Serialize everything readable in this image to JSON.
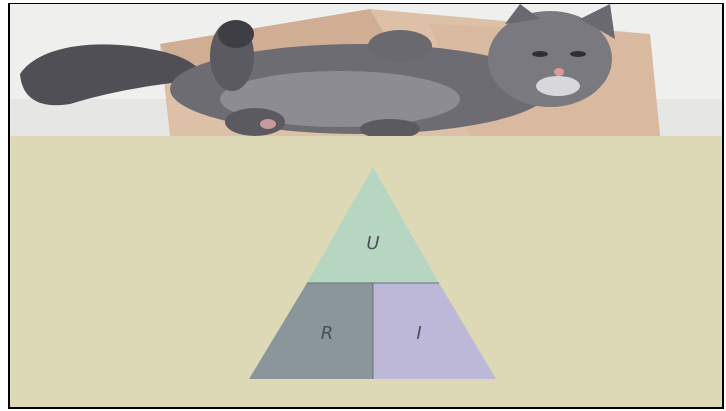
{
  "image": {
    "icon": "cat-photo",
    "colors": {
      "background": "#ddd9b7",
      "photo_bg": "#eeeeec",
      "box": "#d6b8a0",
      "cat_fur": "#6b6a70"
    }
  },
  "triangle": {
    "top_label": "U",
    "left_label": "R",
    "right_label": "I",
    "colors": {
      "top": "#b7d6c2",
      "left": "#8a9699",
      "right": "#bdb8d8",
      "line": "#6a6f78"
    }
  }
}
